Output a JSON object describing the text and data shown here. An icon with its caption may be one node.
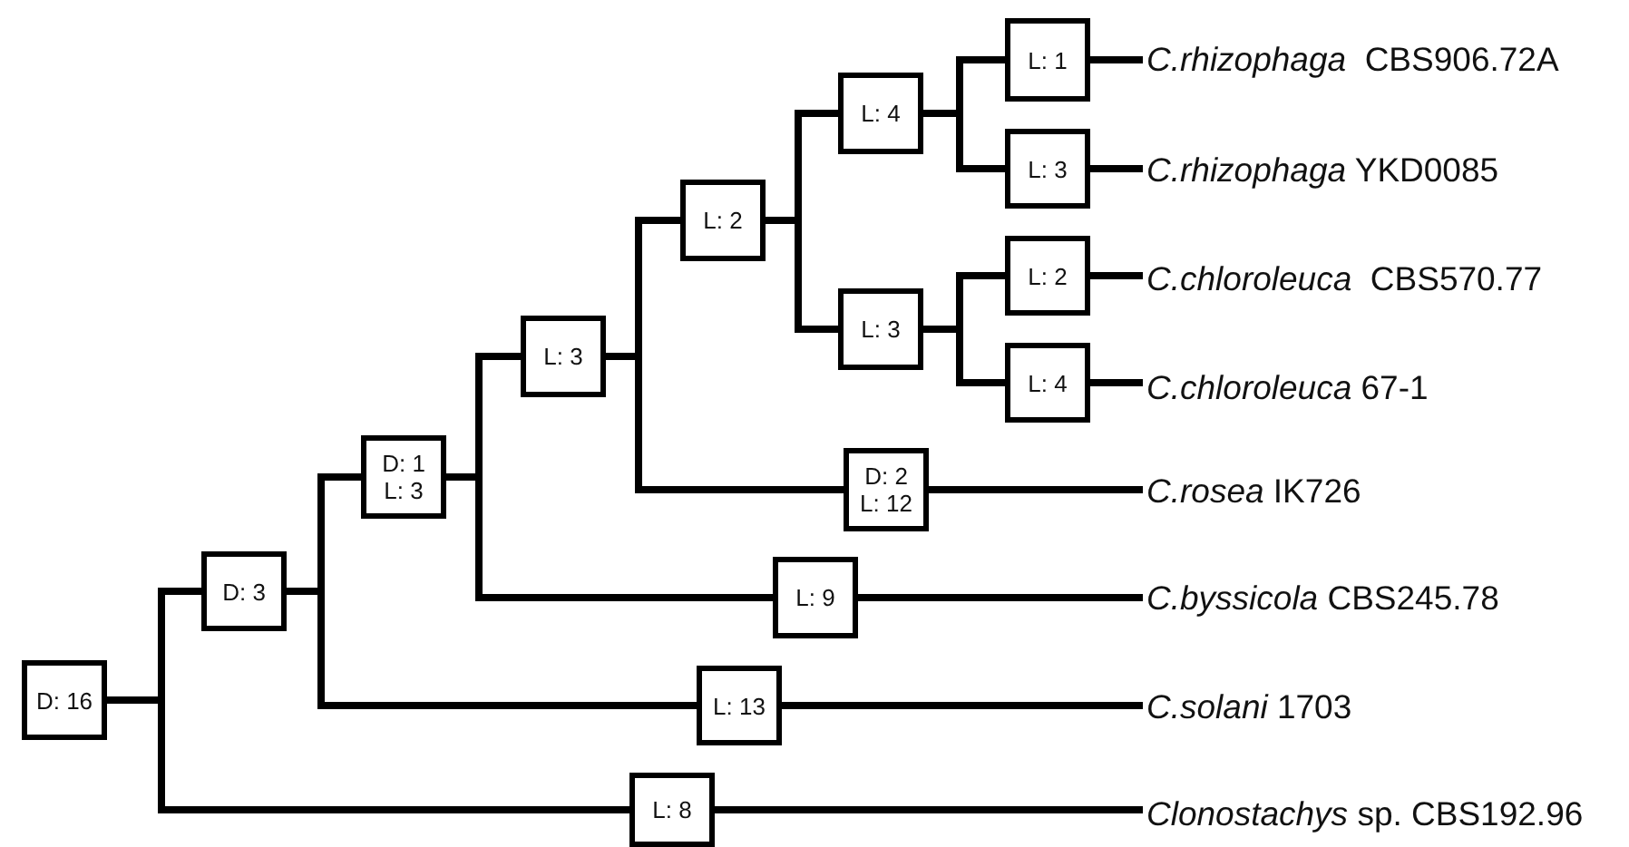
{
  "diagram": {
    "nodes": [
      {
        "text": [
          "D: 16"
        ]
      },
      {
        "text": [
          "D: 3"
        ]
      },
      {
        "text": [
          "D: 1",
          "L: 3"
        ]
      },
      {
        "text": [
          "L: 3"
        ]
      },
      {
        "text": [
          "L: 2"
        ]
      },
      {
        "text": [
          "L: 4"
        ]
      },
      {
        "text": [
          "L: 1"
        ]
      },
      {
        "text": [
          "*C.rhizophaga*  CBS906.72A"
        ]
      },
      {
        "text": [
          "L: 3"
        ]
      },
      {
        "text": [
          "*C.rhizophaga* YKD0085"
        ]
      },
      {
        "text": [
          "L: 3"
        ]
      },
      {
        "text": [
          "L: 2"
        ]
      },
      {
        "text": [
          "*C.chloroleuca*  CBS570.77"
        ]
      },
      {
        "text": [
          "L: 4"
        ]
      },
      {
        "text": [
          "*C.chloroleuca* 67-1"
        ]
      },
      {
        "text": [
          "D: 2",
          "L: 12"
        ]
      },
      {
        "text": [
          "*C.rosea* IK726"
        ]
      },
      {
        "text": [
          "L: 9"
        ]
      },
      {
        "text": [
          "*C.byssicola* CBS245.78"
        ]
      },
      {
        "text": [
          "L: 13"
        ]
      },
      {
        "text": [
          "*C.solani* 1703"
        ]
      },
      {
        "text": [
          "L: 8"
        ]
      },
      {
        "text": [
          "*Clonostachys* sp. CBS192.96"
        ]
      }
    ],
    "edges": [
      {
        "from": 0,
        "to": 1,
        "arrow": "none"
      },
      {
        "from": 0,
        "to": 21,
        "arrow": "none"
      },
      {
        "from": 1,
        "to": 2,
        "arrow": "none"
      },
      {
        "from": 1,
        "to": 19,
        "arrow": "none"
      },
      {
        "from": 2,
        "to": 3,
        "arrow": "none"
      },
      {
        "from": 2,
        "to": 17,
        "arrow": "none"
      },
      {
        "from": 3,
        "to": 4,
        "arrow": "none"
      },
      {
        "from": 3,
        "to": 15,
        "arrow": "none"
      },
      {
        "from": 4,
        "to": 5,
        "arrow": "none"
      },
      {
        "from": 4,
        "to": 10,
        "arrow": "none"
      },
      {
        "from": 5,
        "to": 6,
        "arrow": "none"
      },
      {
        "from": 5,
        "to": 8,
        "arrow": "none"
      },
      {
        "from": 6,
        "to": 7,
        "arrow": "none"
      },
      {
        "from": 8,
        "to": 9,
        "arrow": "none"
      },
      {
        "from": 10,
        "to": 11,
        "arrow": "none"
      },
      {
        "from": 10,
        "to": 13,
        "arrow": "none"
      },
      {
        "from": 11,
        "to": 12,
        "arrow": "none"
      },
      {
        "from": 13,
        "to": 14,
        "arrow": "none"
      },
      {
        "from": 15,
        "to": 16,
        "arrow": "none"
      },
      {
        "from": 17,
        "to": 18,
        "arrow": "none"
      },
      {
        "from": 19,
        "to": 20,
        "arrow": "none"
      },
      {
        "from": 21,
        "to": 22,
        "arrow": "none"
      }
    ]
  }
}
